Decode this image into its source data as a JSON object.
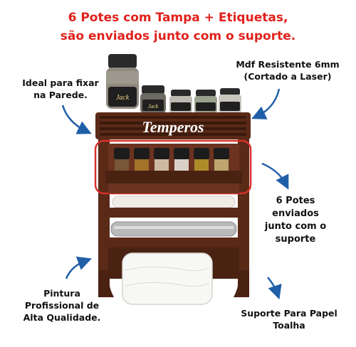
{
  "headline": {
    "line1": "6 Potes com Tampa + Etiquetas,",
    "line2": "são enviados junto com o suporte."
  },
  "captions": {
    "wall_mount_1": "Ideal para fixar",
    "wall_mount_2": "na Parede.",
    "mdf_1": "Mdf Resistente 6mm",
    "mdf_2": "(Cortado a Laser)",
    "pots_1": "6 Potes",
    "pots_2": "enviados",
    "pots_3": "junto com o",
    "pots_4": "suporte",
    "paint_1": "Pintura",
    "paint_2": "Profissional de",
    "paint_3": "Alta Qualidade.",
    "towel_1": "Suporte Para Papel",
    "towel_2": "Toalha"
  },
  "rack": {
    "sign_text": "Temperos",
    "jar_brand": "Jack"
  },
  "colors": {
    "headline": "#e0211b",
    "wood": "#5a2a17",
    "wood_dark": "#3b1a0d",
    "arrow": "#1f5fa8",
    "highlight": "#d9302a"
  }
}
